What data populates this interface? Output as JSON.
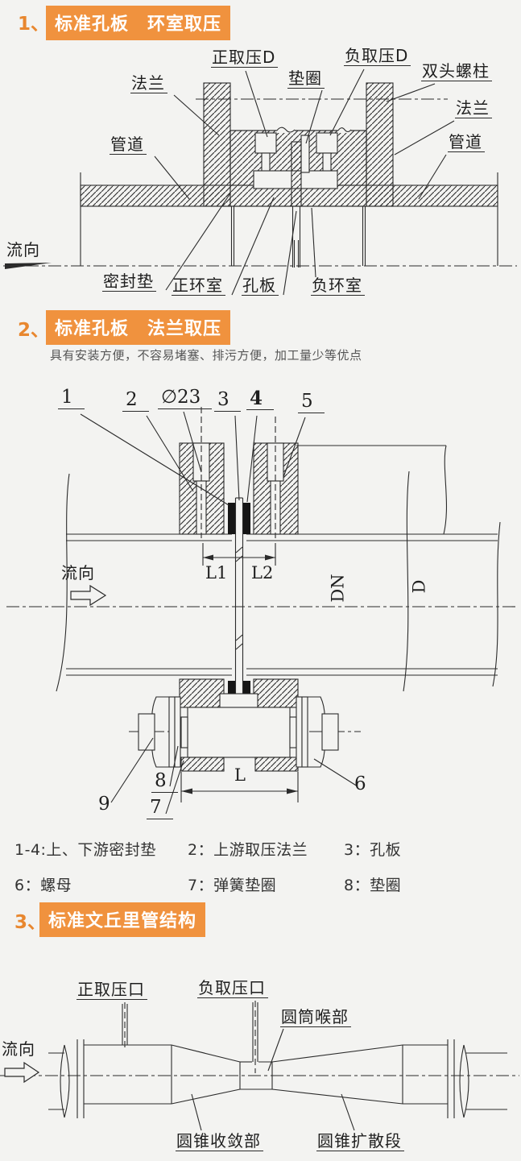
{
  "page": {
    "bg": "#f3f3f1",
    "accent": "#f0923e",
    "accent_number": "#e8872f",
    "line_color": "#2b2b2b"
  },
  "sections": [
    {
      "number": "1、",
      "title": "标准孔板　环室取压"
    },
    {
      "number": "2、",
      "title": "标准孔板　法兰取压",
      "subtitle": "具有安装方便，不容易堵塞、排污方便，加工量少等优点"
    },
    {
      "number": "3、",
      "title": "标准文丘里管结构"
    }
  ],
  "d1": {
    "labels": {
      "flange_left": "法兰",
      "pipe_left": "管道",
      "tap_pos": "正取压D",
      "washer": "垫圈",
      "tap_neg": "负取压D",
      "stud": "双头螺柱",
      "flange_right": "法兰",
      "pipe_right": "管道",
      "flow": "流向",
      "seal": "密封垫",
      "ring_pos": "正环室",
      "plate": "孔板",
      "ring_neg": "负环室"
    }
  },
  "d2": {
    "callouts": {
      "c1": "1",
      "c2": "2",
      "c23": "∅23",
      "c3": "3",
      "c4": "4",
      "c5": "5",
      "c6": "6",
      "c7": "7",
      "c8": "8",
      "c9": "9"
    },
    "dims": {
      "l1": "L1",
      "l2": "L2",
      "l": "L",
      "dn": "DN",
      "d": "D"
    },
    "labels": {
      "flow": "流向"
    }
  },
  "legend": {
    "rows": [
      [
        "1-4:上、下游密封垫",
        "2：上游取压法兰",
        "3：孔板"
      ],
      [
        "6：螺母",
        "7：弹簧垫圈",
        "8：垫圈"
      ]
    ]
  },
  "d3": {
    "labels": {
      "tap_pos": "正取压口",
      "tap_neg": "负取压口",
      "throat": "圆筒喉部",
      "flow": "流向",
      "convergent": "圆锥收敛部",
      "divergent": "圆锥扩散段"
    }
  }
}
